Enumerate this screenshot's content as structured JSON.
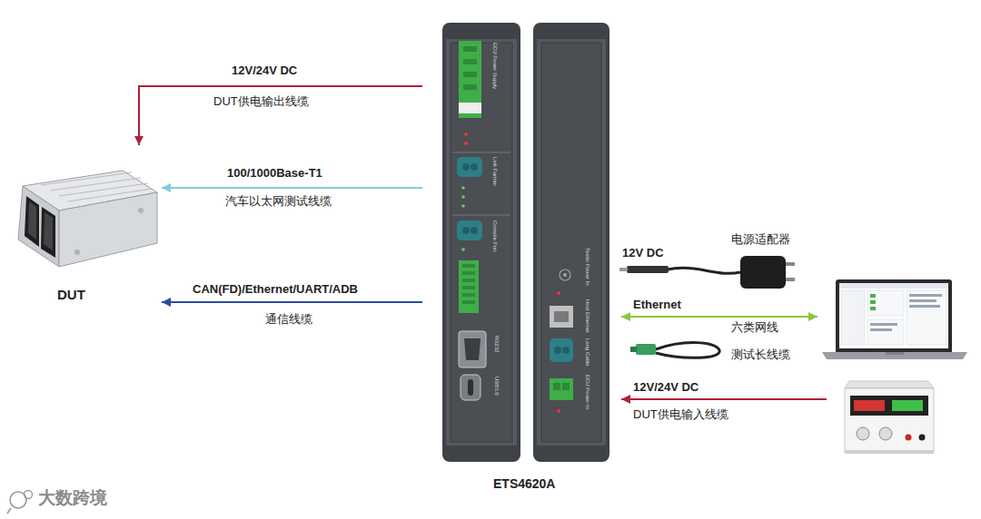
{
  "diagram": {
    "nodes": [
      {
        "text": [
          "DUT"
        ]
      },
      {
        "text": [
          "ETS4620A",
          "ECU Power Supply",
          "Link Partner",
          "Console Port",
          "RS232",
          "USB3.0",
          "Tester Power In",
          "Host Ethernet",
          "Long Cable",
          "ECU Power In"
        ]
      }
    ],
    "edges": [
      {
        "from": 1,
        "to": 0,
        "arrow": "to",
        "label": "12V/24V DC"
      },
      {
        "from": 1,
        "to": 0,
        "arrow": "to",
        "label": "100/1000Base-T1"
      },
      {
        "from": 1,
        "to": 0,
        "arrow": "to",
        "label": "CAN(FD)/Ethernet/UART/ADB"
      }
    ],
    "labels": [
      "DUT供电输出线缆",
      "汽车以太网测试线缆",
      "通信线缆",
      "电源适配器",
      "12V DC",
      "Ethernet",
      "六类网线",
      "测试长线缆",
      "12V/24V DC",
      "DUT供电输入线缆",
      "大数跨境"
    ]
  }
}
